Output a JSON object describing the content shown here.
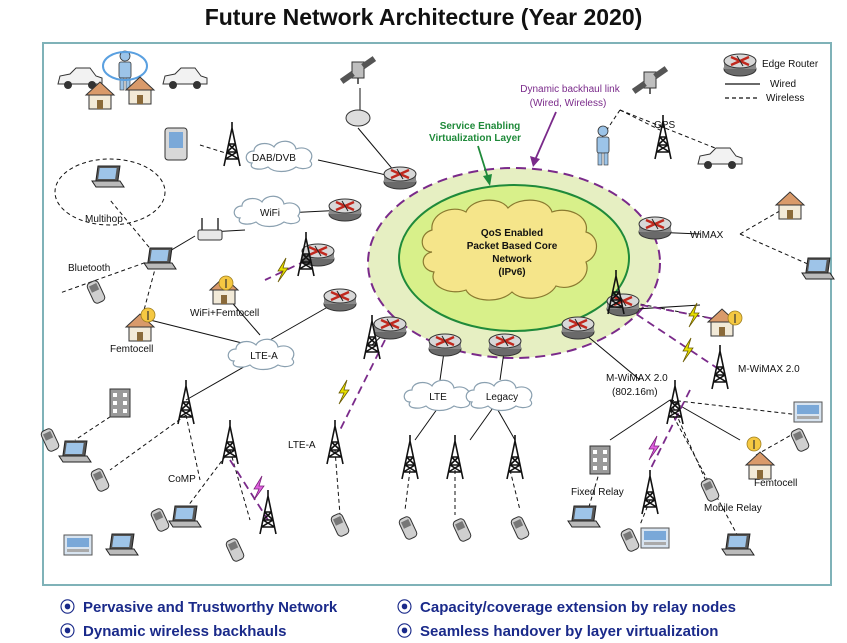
{
  "title": "Future Network Architecture (Year 2020)",
  "legend": {
    "edge_router": "Edge Router",
    "wired": "Wired",
    "wireless": "Wireless"
  },
  "core": {
    "line1": "QoS Enabled",
    "line2": "Packet Based Core",
    "line3": "Network",
    "line4": "(IPv6)"
  },
  "annotations": {
    "backhaul_1": "Dynamic backhaul link",
    "backhaul_2": "(Wired, Wireless)",
    "virt_1": "Service Enabling",
    "virt_2": "Virtualization Layer"
  },
  "labels": {
    "dab": "DAB/DVB",
    "wifi": "WiFi",
    "multihop": "Multihop",
    "bluetooth": "Bluetooth",
    "wifi_femto": "WiFi+Femtocell",
    "femtocell_left": "Femtocell",
    "lte_a_cloud": "LTE-A",
    "lte_a": "LTE-A",
    "comp": "CoMP",
    "lte": "LTE",
    "legacy": "Legacy",
    "gps": "GPS",
    "wimax": "WiMAX",
    "mwimax_20": "M-WiMAX 2.0",
    "mwimax_20_std": "(802.16m)",
    "mwimax_20_right": "M-WiMAX 2.0",
    "fixed_relay": "Fixed Relay",
    "mobile_relay": "Mobile Relay",
    "femtocell_right": "Femtocell"
  },
  "bullets": [
    "Pervasive and Trustworthy Network",
    "Capacity/coverage extension by relay nodes",
    "Dynamic wireless backhauls",
    "Seamless handover by layer virtualization"
  ],
  "bullet_glyph": "⦿",
  "colors": {
    "frame": "#7fb2b8",
    "outer_ring": "#e6efc2",
    "inner_ring": "#d8f08a",
    "core_cloud": "#f5e58a",
    "backhaul": "#7a2a8a",
    "virt_arrow": "#1f8a3a",
    "bullet_text": "#1a2a8a",
    "lightning": "#e8e000"
  }
}
